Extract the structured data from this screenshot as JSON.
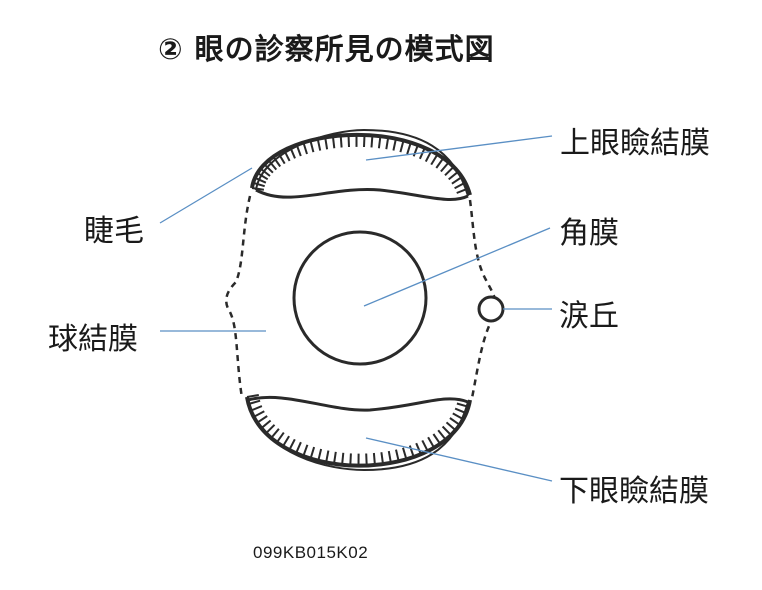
{
  "title": "② 眼の診察所見の模式図",
  "labels": {
    "upper_palpebral_conjunctiva": "上眼瞼結膜",
    "eyelashes": "睫毛",
    "cornea": "角膜",
    "caruncle": "涙丘",
    "bulbar_conjunctiva": "球結膜",
    "lower_palpebral_conjunctiva": "下眼瞼結膜"
  },
  "image_code": "099KB015K02",
  "colors": {
    "leader_line": "#5a8fc4",
    "ink": "#2a2a2a"
  }
}
